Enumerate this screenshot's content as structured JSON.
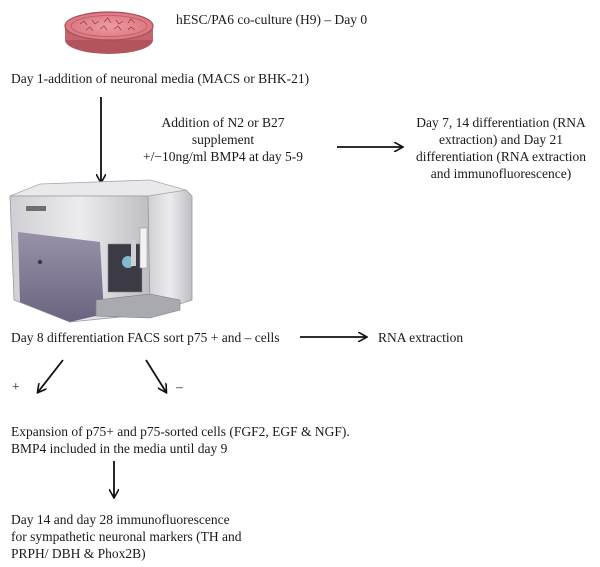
{
  "steps": {
    "coculture": "hESC/PA6 co-culture (H9) – Day 0",
    "day1": "Day 1-addition of neuronal media (MACS or BHK-21)",
    "supplement": {
      "line1": "Addition of N2 or B27",
      "line2": "supplement",
      "line3": "+/−10ng/ml BMP4 at day 5-9"
    },
    "day7": {
      "line1": "Day 7, 14 differentiation (RNA",
      "line2": "extraction) and Day 21",
      "line3": "differentiation (RNA extraction",
      "line4": "and immunofluorescence)"
    },
    "facs": "Day 8 differentiation FACS sort p75 + and – cells",
    "rna": "RNA extraction",
    "plus": "+",
    "minus": "–",
    "expansion": {
      "line1": "Expansion of p75+ and p75-sorted cells (FGF2, EGF & NGF).",
      "line2": "BMP4 included in the media until day 9"
    },
    "final": {
      "line1": "Day 14 and day 28 immunofluorescence",
      "line2": "for sympathetic neuronal markers (TH and",
      "line3": "PRPH/ DBH & Phox2B)"
    }
  },
  "colors": {
    "dish_fill": "#e6868e",
    "dish_rim": "#b75b63",
    "instrument_body": "#d9d9dc",
    "instrument_front": "#7f7992",
    "arrow": "#111111"
  },
  "icons": {
    "dish": "petri-dish-icon",
    "instrument": "facs-sorter-icon"
  }
}
